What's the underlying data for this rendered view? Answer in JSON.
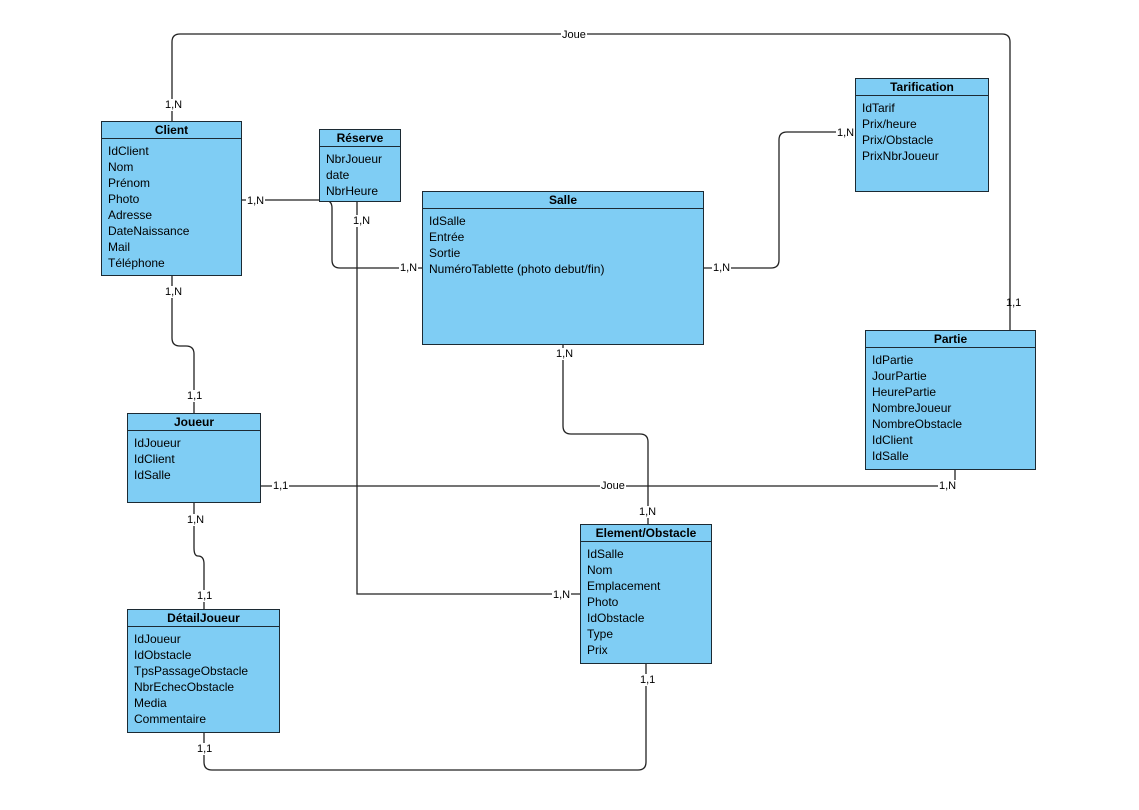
{
  "entities": {
    "client": {
      "title": "Client",
      "attributes": [
        "IdClient",
        "Nom",
        "Prénom",
        "Photo",
        "Adresse",
        "DateNaissance",
        "Mail",
        "Téléphone"
      ]
    },
    "reserve": {
      "title": "Réserve",
      "attributes": [
        "NbrJoueur",
        "date",
        "NbrHeure"
      ]
    },
    "salle": {
      "title": "Salle",
      "attributes": [
        "IdSalle",
        "Entrée",
        "Sortie",
        "NuméroTablette (photo debut/fin)"
      ]
    },
    "tarification": {
      "title": "Tarification",
      "attributes": [
        "IdTarif",
        "Prix/heure",
        "Prix/Obstacle",
        "PrixNbrJoueur"
      ]
    },
    "partie": {
      "title": "Partie",
      "attributes": [
        "IdPartie",
        "JourPartie",
        "HeurePartie",
        "NombreJoueur",
        "NombreObstacle",
        "IdClient",
        "IdSalle"
      ]
    },
    "joueur": {
      "title": "Joueur",
      "attributes": [
        "IdJoueur",
        "IdClient",
        "IdSalle"
      ]
    },
    "element": {
      "title": "Element/Obstacle",
      "attributes": [
        "IdSalle",
        "Nom",
        "Emplacement",
        "Photo",
        "IdObstacle",
        "Type",
        "Prix"
      ]
    },
    "detail": {
      "title": "DétailJoueur",
      "attributes": [
        "IdJoueur",
        "IdObstacle",
        "TpsPassageObstacle",
        "NbrEchecObstacle",
        "Media",
        "Commentaire"
      ]
    }
  },
  "relations": {
    "client_partie": {
      "name": "Joue",
      "card_client": "1,N",
      "card_partie": "1,1"
    },
    "client_salle": {
      "card_client": "1,N",
      "card_salle": "1,N"
    },
    "reserve_element": {
      "card_reserve": "1,N",
      "card_element": "1,N"
    },
    "salle_tarification": {
      "card_salle": "1,N",
      "card_tarification": "1,N"
    },
    "salle_element": {
      "card_salle": "1,N",
      "card_element": "1,N"
    },
    "client_joueur": {
      "card_client": "1,N",
      "card_joueur": "1,1"
    },
    "joueur_partie": {
      "name": "Joue",
      "card_joueur": "1,1",
      "card_partie": "1,N"
    },
    "joueur_detail": {
      "card_joueur": "1,N",
      "card_detail": "1,1"
    },
    "detail_element": {
      "card_detail": "1,1",
      "card_element": "1,1"
    }
  },
  "colors": {
    "entity_fill": "#7fcdf4",
    "border": "#1c2a33",
    "edge": "#222222"
  }
}
